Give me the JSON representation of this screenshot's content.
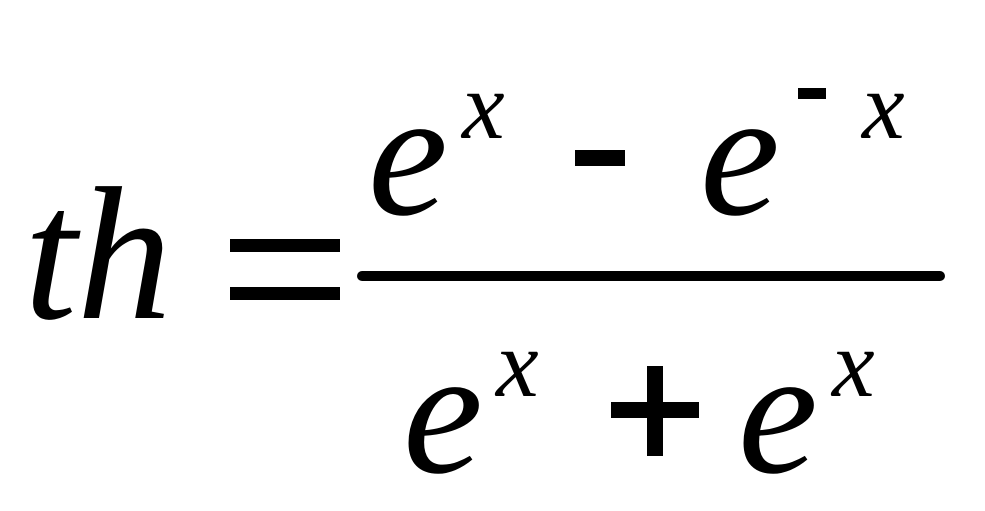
{
  "formula": {
    "lhs": "th",
    "equals": "=",
    "numerator": {
      "term1_base": "e",
      "term1_exponent": "x",
      "operator": "-",
      "term2_base": "e",
      "term2_exponent_sign": "-",
      "term2_exponent": "x"
    },
    "denominator": {
      "term1_base": "e",
      "term1_exponent": "x",
      "operator": "+",
      "term2_base": "e",
      "term2_exponent": "x"
    }
  },
  "colors": {
    "ink": "#000000",
    "background": "#ffffff"
  }
}
